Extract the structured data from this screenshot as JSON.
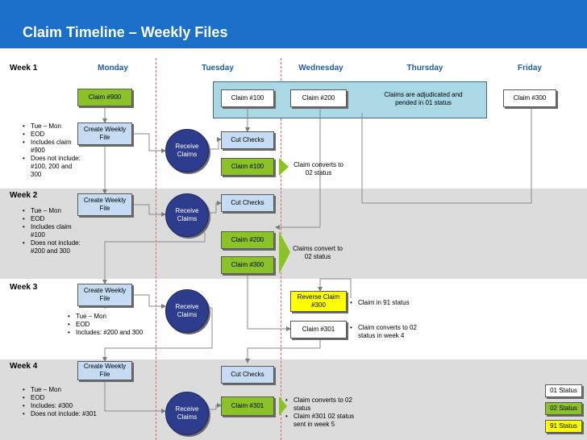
{
  "title": "Claim Timeline – Weekly Files",
  "days": [
    "Monday",
    "Tuesday",
    "Wednesday",
    "Thursday",
    "Friday"
  ],
  "weeks": [
    "Week 1",
    "Week 2",
    "Week 3",
    "Week 4"
  ],
  "week1": {
    "claim900": "Claim #900",
    "create": "Create Weekly File",
    "receive": "Receive Claims",
    "claim100": "Claim #100",
    "claim200": "Claim #200",
    "claim300": "Claim #300",
    "adjudicated": "Claims are adjudicated and pended in 01 status",
    "cutchecks": "Cut Checks",
    "claim100green": "Claim #100",
    "converts": "Claim converts to 02 status",
    "notes": [
      "Tue – Mon",
      "EOD",
      "Includes claim #900",
      "Does not include: #100, 200 and 300"
    ]
  },
  "week2": {
    "create": "Create Weekly File",
    "receive": "Receive Claims",
    "cutchecks": "Cut Checks",
    "claim200green": "Claim #200",
    "claim300green": "Claim #300",
    "converts": "Claims convert to 02 status",
    "notes": [
      "Tue – Mon",
      "EOD",
      "Includes claim #100",
      "Does not include: #200 and 300"
    ]
  },
  "week3": {
    "create": "Create Weekly File",
    "receive": "Receive Claims",
    "reverse": "Reverse Claim #300",
    "claim301": "Claim #301",
    "notes": [
      "Tue – Mon",
      "EOD",
      "Includes: #200 and 300"
    ],
    "status91": "Claim in 91 status",
    "converts4": "Claim converts to 02 status in week 4"
  },
  "week4": {
    "create": "Create Weekly File",
    "receive": "Receive Claims",
    "cutchecks": "Cut Checks",
    "claim301green": "Claim #301",
    "notes": [
      "Tue – Mon",
      "EOD",
      "Includes: #300",
      "Does not include: #301"
    ],
    "right_notes": [
      "Claim converts to 02 status",
      "Claim #301 02 status sent in week 5"
    ]
  },
  "legend": [
    "01 Status",
    "02 Status",
    "91 Status"
  ],
  "colors": {
    "header": "#1a6fc9",
    "blue_box": "#c6dcf4",
    "green_box": "#8bc226",
    "yellow_box": "#ffff00",
    "circle": "#2e3c8e",
    "band": "#dcdcdc",
    "divider": "#e06060"
  }
}
